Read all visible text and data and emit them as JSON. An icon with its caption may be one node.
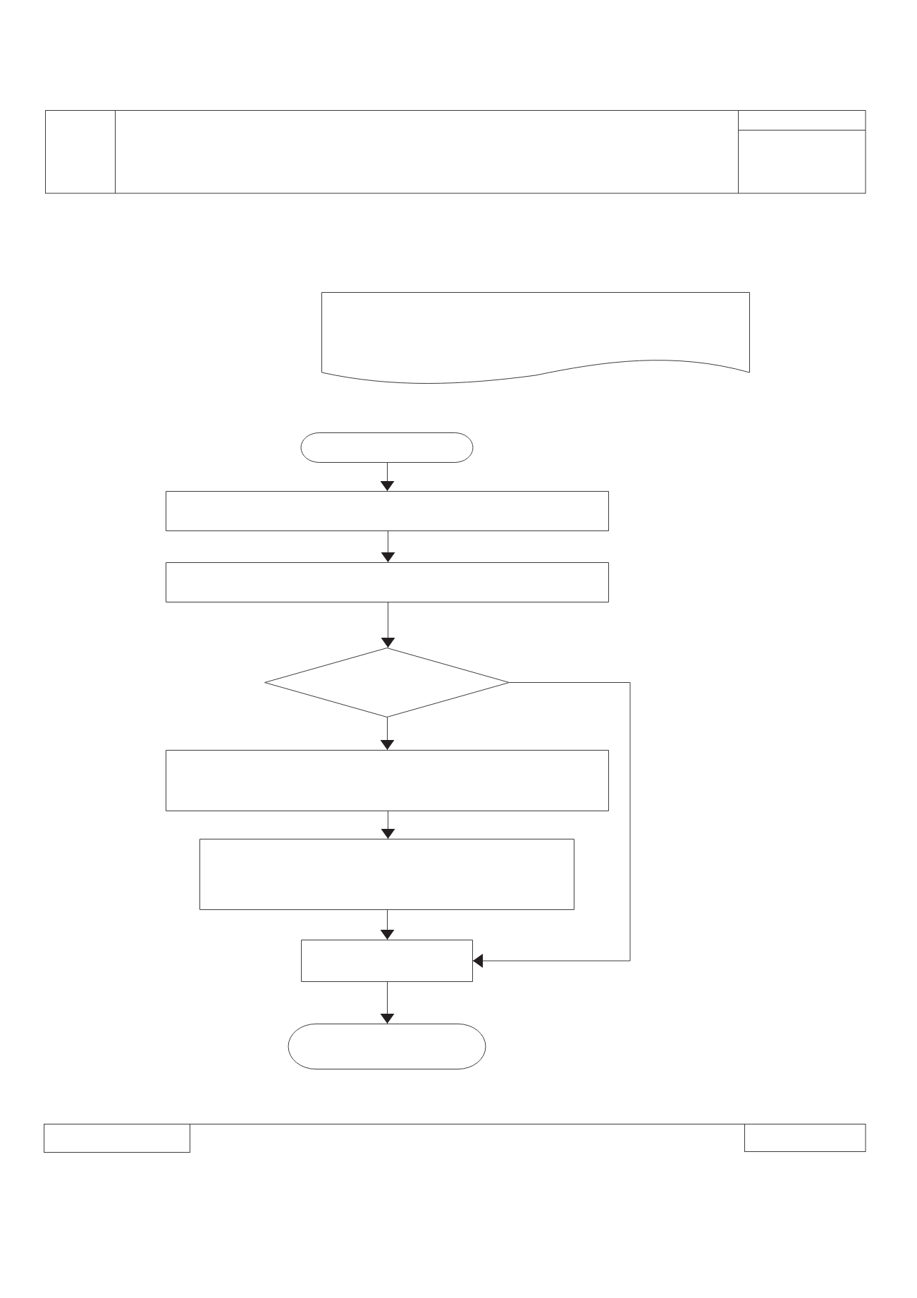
{
  "diagram": {
    "nodes": [
      {
        "text": [],
        "shape": "document"
      },
      {
        "text": [],
        "shape": "pill"
      },
      {
        "text": [],
        "shape": "box"
      },
      {
        "text": [],
        "shape": "box"
      },
      {
        "text": [],
        "shape": "diamond"
      },
      {
        "text": [],
        "shape": "box"
      },
      {
        "text": [],
        "shape": "box"
      },
      {
        "text": [],
        "shape": "box"
      },
      {
        "text": [],
        "shape": "pill"
      }
    ],
    "edges": [
      {
        "from": 1,
        "to": 2,
        "arrow": "to"
      },
      {
        "from": 2,
        "to": 3,
        "arrow": "to"
      },
      {
        "from": 3,
        "to": 4,
        "arrow": "to"
      },
      {
        "from": 4,
        "to": 5,
        "arrow": "to"
      },
      {
        "from": 5,
        "to": 6,
        "arrow": "to"
      },
      {
        "from": 6,
        "to": 7,
        "arrow": "to"
      },
      {
        "from": 4,
        "to": 7,
        "arrow": "to"
      },
      {
        "from": 7,
        "to": 8,
        "arrow": "to"
      }
    ]
  }
}
